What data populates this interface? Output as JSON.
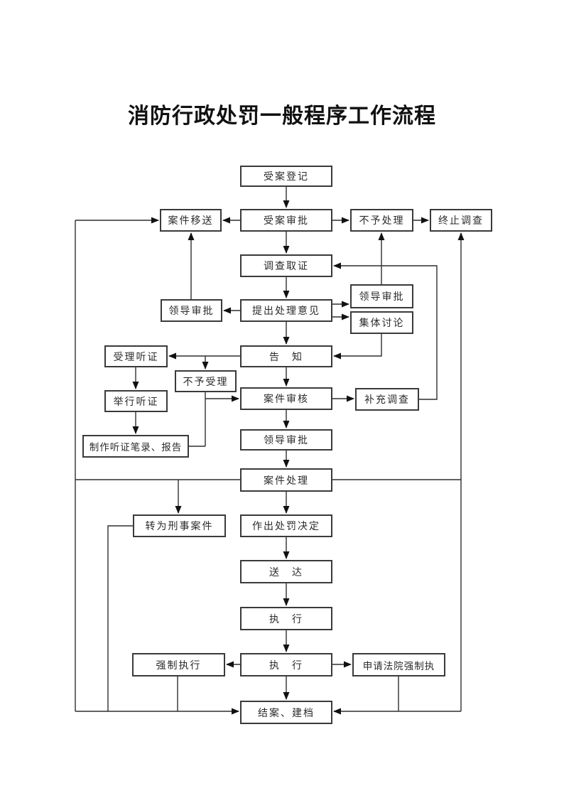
{
  "title": "消防行政处罚一般程序工作流程",
  "nodes": {
    "case_registration": {
      "label": "受案登记"
    },
    "case_transfer": {
      "label": "案件移送"
    },
    "case_acceptance_approval": {
      "label": "受案审批"
    },
    "no_processing": {
      "label": "不予处理"
    },
    "terminate_investigation": {
      "label": "终止调查"
    },
    "investigation_evidence": {
      "label": "调查取证"
    },
    "leader_approval_left": {
      "label": "领导审批"
    },
    "propose_handling_opinion": {
      "label": "提出处理意见"
    },
    "leader_approval_right": {
      "label": "领导审批"
    },
    "collective_discussion": {
      "label": "集体讨论"
    },
    "notification": {
      "label": "告　知"
    },
    "accept_hearing": {
      "label": "受理听证"
    },
    "reject_hearing": {
      "label": "不予受理"
    },
    "hold_hearing": {
      "label": "举行听证"
    },
    "case_review": {
      "label": "案件审核"
    },
    "supplementary_investigation": {
      "label": "补充调查"
    },
    "hearing_record_report": {
      "label": "制作听证笔录、报告"
    },
    "leader_approval_center": {
      "label": "领导审批"
    },
    "case_handling": {
      "label": "案件处理"
    },
    "transfer_criminal_case": {
      "label": "转为刑事案件"
    },
    "punishment_decision": {
      "label": "作出处罚决定"
    },
    "delivery": {
      "label": "送　达"
    },
    "execution_1": {
      "label": "执　行"
    },
    "compulsory_execution": {
      "label": "强制执行"
    },
    "execution_2": {
      "label": "执　行"
    },
    "apply_court_compulsory_execution": {
      "label": "申请法院强制执"
    },
    "close_case_archive": {
      "label": "结案、建档"
    }
  },
  "edges": [
    {
      "from": "受案登记",
      "to": "受案审批"
    },
    {
      "from": "受案审批",
      "to": "案件移送"
    },
    {
      "from": "受案审批",
      "to": "不予处理"
    },
    {
      "from": "不予处理",
      "to": "终止调查"
    },
    {
      "from": "受案审批",
      "to": "调查取证"
    },
    {
      "from": "调查取证",
      "to": "提出处理意见"
    },
    {
      "from": "提出处理意见",
      "to": "领导审批(左)"
    },
    {
      "from": "领导审批(左)",
      "to": "案件移送"
    },
    {
      "from": "提出处理意见",
      "to": "领导审批(右)"
    },
    {
      "from": "提出处理意见",
      "to": "集体讨论"
    },
    {
      "from": "领导审批(右)",
      "to": "不予处理"
    },
    {
      "from": "集体讨论",
      "to": "告知"
    },
    {
      "from": "提出处理意见",
      "to": "告知"
    },
    {
      "from": "告知",
      "to": "受理听证"
    },
    {
      "from": "告知",
      "to": "不予受理"
    },
    {
      "from": "受理听证",
      "to": "举行听证"
    },
    {
      "from": "举行听证",
      "to": "制作听证笔录、报告"
    },
    {
      "from": "制作听证笔录、报告",
      "to": "案件审核"
    },
    {
      "from": "不予受理",
      "to": "案件审核"
    },
    {
      "from": "告知",
      "to": "案件审核"
    },
    {
      "from": "案件审核",
      "to": "补充调查"
    },
    {
      "from": "补充调查",
      "to": "调查取证"
    },
    {
      "from": "案件审核",
      "to": "领导审批(中)"
    },
    {
      "from": "领导审批(中)",
      "to": "案件处理"
    },
    {
      "from": "案件处理",
      "to": "案件移送"
    },
    {
      "from": "案件处理",
      "to": "转为刑事案件"
    },
    {
      "from": "案件处理",
      "to": "作出处罚决定"
    },
    {
      "from": "案件处理",
      "to": "终止调查"
    },
    {
      "from": "案件处理",
      "to": "结案、建档"
    },
    {
      "from": "转为刑事案件",
      "to": "结案、建档"
    },
    {
      "from": "作出处罚决定",
      "to": "送达"
    },
    {
      "from": "送达",
      "to": "执行"
    },
    {
      "from": "执行",
      "to": "执行"
    },
    {
      "from": "执行",
      "to": "强制执行"
    },
    {
      "from": "执行",
      "to": "申请法院强制执"
    },
    {
      "from": "强制执行",
      "to": "结案、建档"
    },
    {
      "from": "申请法院强制执",
      "to": "结案、建档"
    },
    {
      "from": "执行",
      "to": "结案、建档"
    }
  ]
}
